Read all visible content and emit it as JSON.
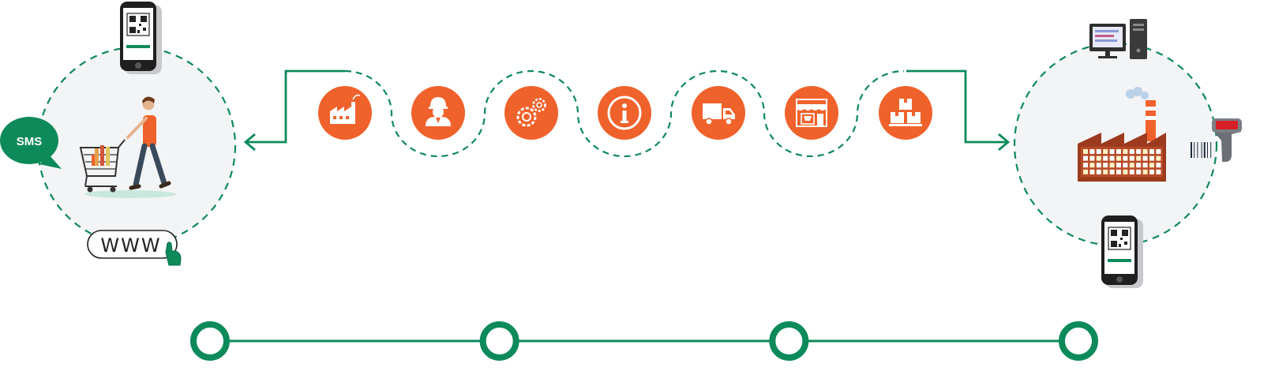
{
  "colors": {
    "green": "#0d8a5a",
    "orange": "#f0622b",
    "circle_bg": "#f3f4f6",
    "dark": "#2b2b2b"
  },
  "labels": {
    "sms": "SMS",
    "www": "WWW"
  },
  "stage_icons": [
    {
      "icon": "factory-icon"
    },
    {
      "icon": "worker-icon"
    },
    {
      "icon": "gears-icon"
    },
    {
      "icon": "info-icon"
    },
    {
      "icon": "truck-icon"
    },
    {
      "icon": "store-icon"
    },
    {
      "icon": "boxes-icon"
    }
  ],
  "timeline": {
    "node_count": 4
  }
}
